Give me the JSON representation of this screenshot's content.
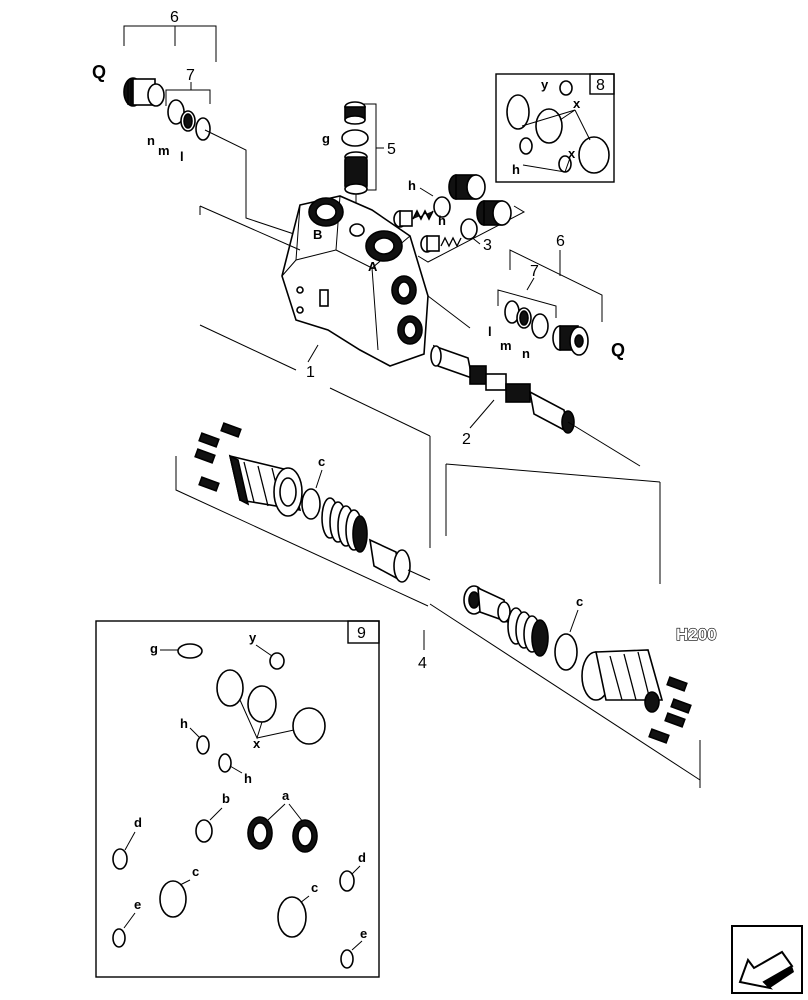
{
  "callouts": {
    "main_body": "1",
    "spool": "2",
    "relief_group": "3",
    "spring_group": "4",
    "check_group": "5",
    "plug_group_top": "6",
    "seal_group_top": "7",
    "plug_group_right": "6",
    "seal_group_right": "7",
    "kit_8": "8",
    "kit_9": "9"
  },
  "letters": {
    "Q": "Q",
    "A": "A",
    "B": "B",
    "a": "a",
    "b": "b",
    "c": "c",
    "d": "d",
    "e": "e",
    "g": "g",
    "h": "h",
    "l": "l",
    "m": "m",
    "n": "n",
    "x": "x",
    "y": "y"
  },
  "drawing_code": "H200",
  "nav": {
    "icon": "arrow-icon"
  }
}
